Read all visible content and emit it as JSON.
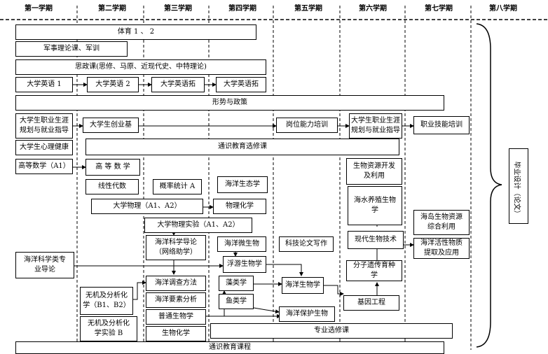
{
  "semesters": [
    "第一学期",
    "第二学期",
    "第三学期",
    "第四学期",
    "第五学期",
    "第六学期",
    "第七学期",
    "第八学期"
  ],
  "courses": {
    "pe": "体育 1 、 2",
    "military": "军事理论课、军训",
    "politics": "思政课(思修、马原、近现代史、中特理论)",
    "english1": "大学英语 1",
    "english2": "大学英语 2",
    "english_ext1": "大学英语拓",
    "english_ext2": "大学英语拓",
    "situation": "形势与政策",
    "career_plan1": "大学生职业生涯\n规划与就业指导",
    "entrepreneurship": "大学生创业基",
    "post_ability": "岗位能力培训",
    "career_plan2": "大学生职业生涯\n规划与就业指导",
    "career_skill": "职业技能培训",
    "mental_health": "大学生心理健康",
    "general_elective": "通识教育选修课",
    "math_a1": "高等数学（A1）",
    "math": "高 等 数 学",
    "bio_resource_dev": "生物资源开发\n及利用",
    "linear_algebra": "线性代数",
    "probability": "概率统计 A",
    "marine_ecology": "海洋生态学",
    "mariculture": "海水养殖生物\n学",
    "physics": "大学物理（A1、A2）",
    "physical_chem": "物理化学",
    "physics_lab": "大学物理实验（A1、A2）",
    "marine_science_guide": "海洋科学导论\n（网络助学）",
    "marine_microbio": "海洋微生物",
    "sci_writing": "科技论文写作",
    "modern_biotech": "现代生物技术",
    "island_bio_resource": "海岛生物资源\n综合利用",
    "marine_active": "海洋活性物质\n提取及应用",
    "intro_marine": "海洋科学类专\n业导论",
    "plankton": "浮游生物学",
    "molecular_genetics": "分子遗传育种\n学",
    "inorganic_chem": "无机及分析化\n学（B1、B2）",
    "marine_survey": "海洋调查方法",
    "algae": "藻类学",
    "marine_biology": "海洋生物学",
    "genetic_eng": "基因工程",
    "marine_elements": "海洋要素分析",
    "fish": "鱼类学",
    "inorganic_lab": "无机及分析化\n学实验 B",
    "general_bio": "普通生物学",
    "biochem": "生物化学",
    "marine_protect": "海洋保护生物",
    "major_elective": "专业选修课",
    "general_edu": "通识教育课程",
    "thesis": "毕业设计（论文）"
  }
}
